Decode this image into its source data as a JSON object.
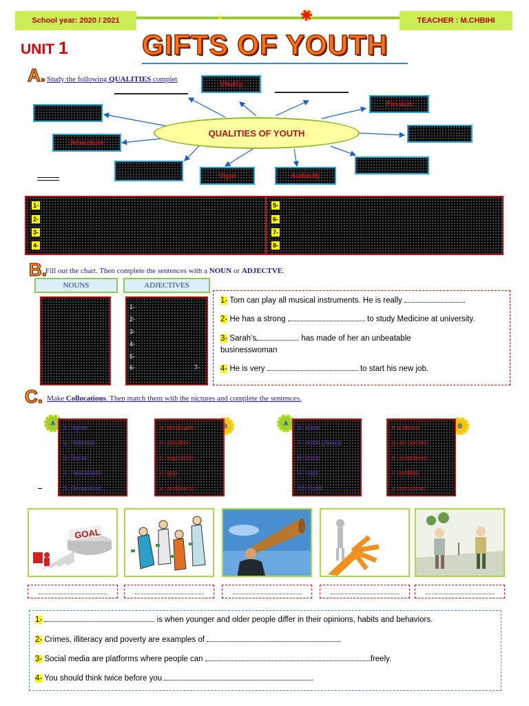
{
  "header": {
    "school_year": "School year: 2020 / 2021",
    "teacher": "TEACHER : M.CHBIHI"
  },
  "unit": {
    "label": "UNIT",
    "number": "1"
  },
  "title": "GIFTS OF YOUTH",
  "section_a": {
    "letter": "A.",
    "instruction_prefix": "Study the following ",
    "instruction_bold": "QUALITIES",
    "instruction_suffix": " complet",
    "center_label": "QUALITIES OF YOUTH",
    "boxes": [
      "Vitality",
      "Passion",
      "Adventure",
      "Vigor",
      "Audacity"
    ],
    "row_numbers": [
      "1-",
      "2-",
      "3-",
      "4-",
      "5-",
      "6-",
      "7-",
      "8-"
    ]
  },
  "section_b": {
    "letter": "B.",
    "instruction_prefix": "Fill out the chart. Then complete the sentences with a ",
    "noun": "NOUN",
    "or": " or ",
    "adjective": "ADJECTVE",
    "end": ".",
    "nouns_header": "NOUNS",
    "adjectives_header": "ADJECTIVES",
    "adj_numbers": [
      "1-",
      "2-",
      "3-",
      "4-",
      "5-",
      "6-",
      "7-"
    ],
    "sentences": [
      {
        "num": "1-",
        "before": "Tom can play all musical instruments. He is really",
        "after": "."
      },
      {
        "num": "2-",
        "before": "He has a strong",
        "after": "to study Medicine at university."
      },
      {
        "num": "3-",
        "before": "Sarah’s",
        "after": "has made of her an unbeatable",
        "line2": "businesswoman"
      },
      {
        "num": "4-",
        "before": "He is very",
        "after": "to start his new job."
      }
    ]
  },
  "section_c": {
    "letter": "C.",
    "instruction_prefix": "Make ",
    "instruction_bold": "Collocations",
    "instruction_suffix": ". Then match them with the pictures and complete the sentences.",
    "group1_star_left": "A",
    "group1_star_right": "B",
    "group2_star_left": "A",
    "group2_star_right": "B",
    "box1": [
      "1- higher",
      "2- Potential",
      "3- Social",
      "4- Personality",
      "5- Generation"
    ],
    "box2": [
      "a- employee",
      "b- solution",
      "c- aspiration",
      "d- gap",
      "e- problems"
    ],
    "box3": [
      "6- Make",
      "7- Voice (Avoid)",
      "8- Voice",
      "9- Fight",
      "10- Fulfill"
    ],
    "box4": [
      "f- a dream",
      "g- an opinion",
      "h- a decision",
      "i- conflicts",
      "j- corruption"
    ],
    "picture_goal_text": "GOAL",
    "final_sentences": [
      {
        "num": "1-",
        "before": "",
        "after": "is when younger and older people differ in their opinions, habits and behaviors."
      },
      {
        "num": "2-",
        "before": "Crimes, illiteracy and poverty are examples of",
        "after": "."
      },
      {
        "num": "3-",
        "before": "Social media are platforms where people can",
        "after": "freely."
      },
      {
        "num": "4-",
        "before": "You should think twice before you",
        "after": "."
      }
    ]
  }
}
